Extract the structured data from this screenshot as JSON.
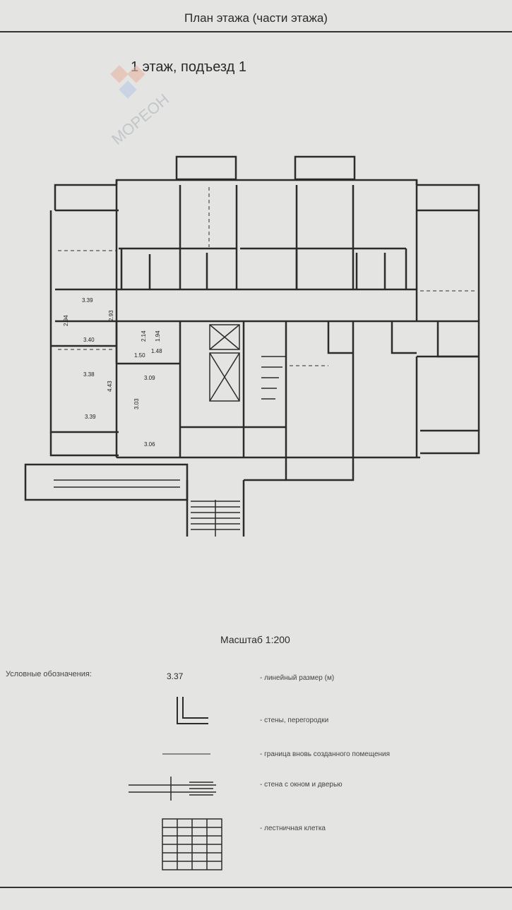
{
  "header": {
    "title": "План этажа (части этажа)"
  },
  "floor": {
    "title": "1 этаж, подъезд 1"
  },
  "watermark": {
    "text": "МОРЕОН"
  },
  "dimensions": {
    "d1": "3.39",
    "d2": "2.94",
    "d3": "2.93",
    "d4": "3.40",
    "d5": "1.50",
    "d6": "3.38",
    "d7": "3.09",
    "d8": "4.43",
    "d9": "3.03",
    "d10": "3.39",
    "d11": "3.06",
    "d12": "1.48",
    "d13": "2.14",
    "d14": "1.94"
  },
  "scale": {
    "label": "Масштаб 1:200"
  },
  "legend": {
    "title": "Условные обозначения:",
    "size_sample": "3.37",
    "items": [
      {
        "desc": "- линейный размер (м)"
      },
      {
        "desc": "- стены, перегородки"
      },
      {
        "desc": "- граница вновь созданного помещения"
      },
      {
        "desc": "- стена с окном и дверью"
      },
      {
        "desc": "- лестничная клетка"
      }
    ]
  },
  "colors": {
    "background": "#e4e4e2",
    "lines": "#2b2b2b"
  }
}
